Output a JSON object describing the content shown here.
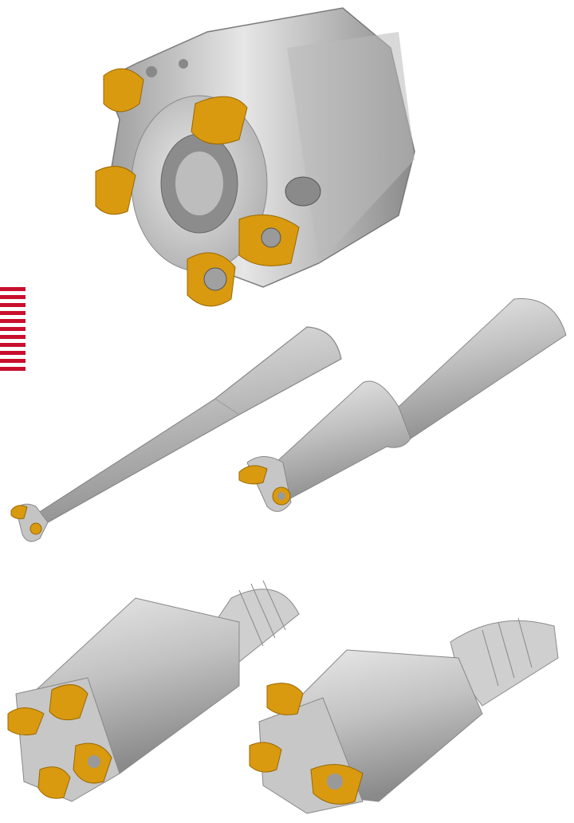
{
  "image": {
    "subjects": [
      "face-mill-cutter",
      "long-tapered-ball-end-mill",
      "stepped-shank-end-mill",
      "threaded-shank-4-insert-end-mill",
      "threaded-shank-3-insert-end-mill"
    ],
    "colors": {
      "steel_light": "#d9d9d9",
      "steel_mid": "#b4b4b4",
      "steel_dark": "#7e7e7e",
      "insert_gold": "#d99a10",
      "insert_gold_dark": "#a06d00",
      "flag_red": "#c8102e"
    }
  }
}
